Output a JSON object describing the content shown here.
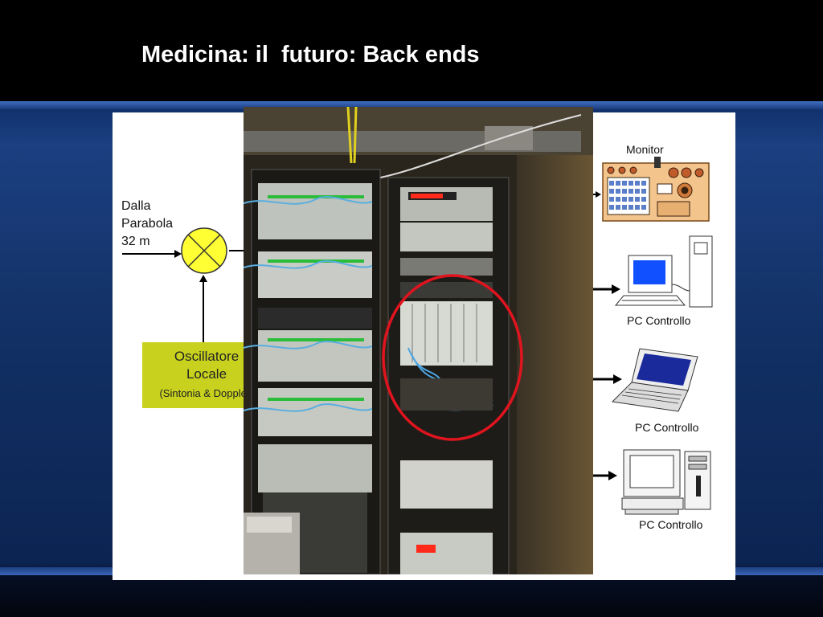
{
  "slide": {
    "title": "Medicina: il  futuro: Back ends"
  },
  "diagram": {
    "source_label_line1": "Dalla",
    "source_label_line2": "Parabola",
    "source_label_line3": "32 m",
    "oscillator_line1": "Oscillatore",
    "oscillator_line2": "Locale",
    "oscillator_line3": "(Sintonia & Doppler)",
    "monitor_label": "Monitor",
    "pc_labels": [
      "PC Controllo",
      "PC Controllo",
      "PC Controllo"
    ],
    "mixer_color": "#ffff33",
    "oscillator_color": "#c8d21e",
    "highlight_color": "#e0141e"
  }
}
